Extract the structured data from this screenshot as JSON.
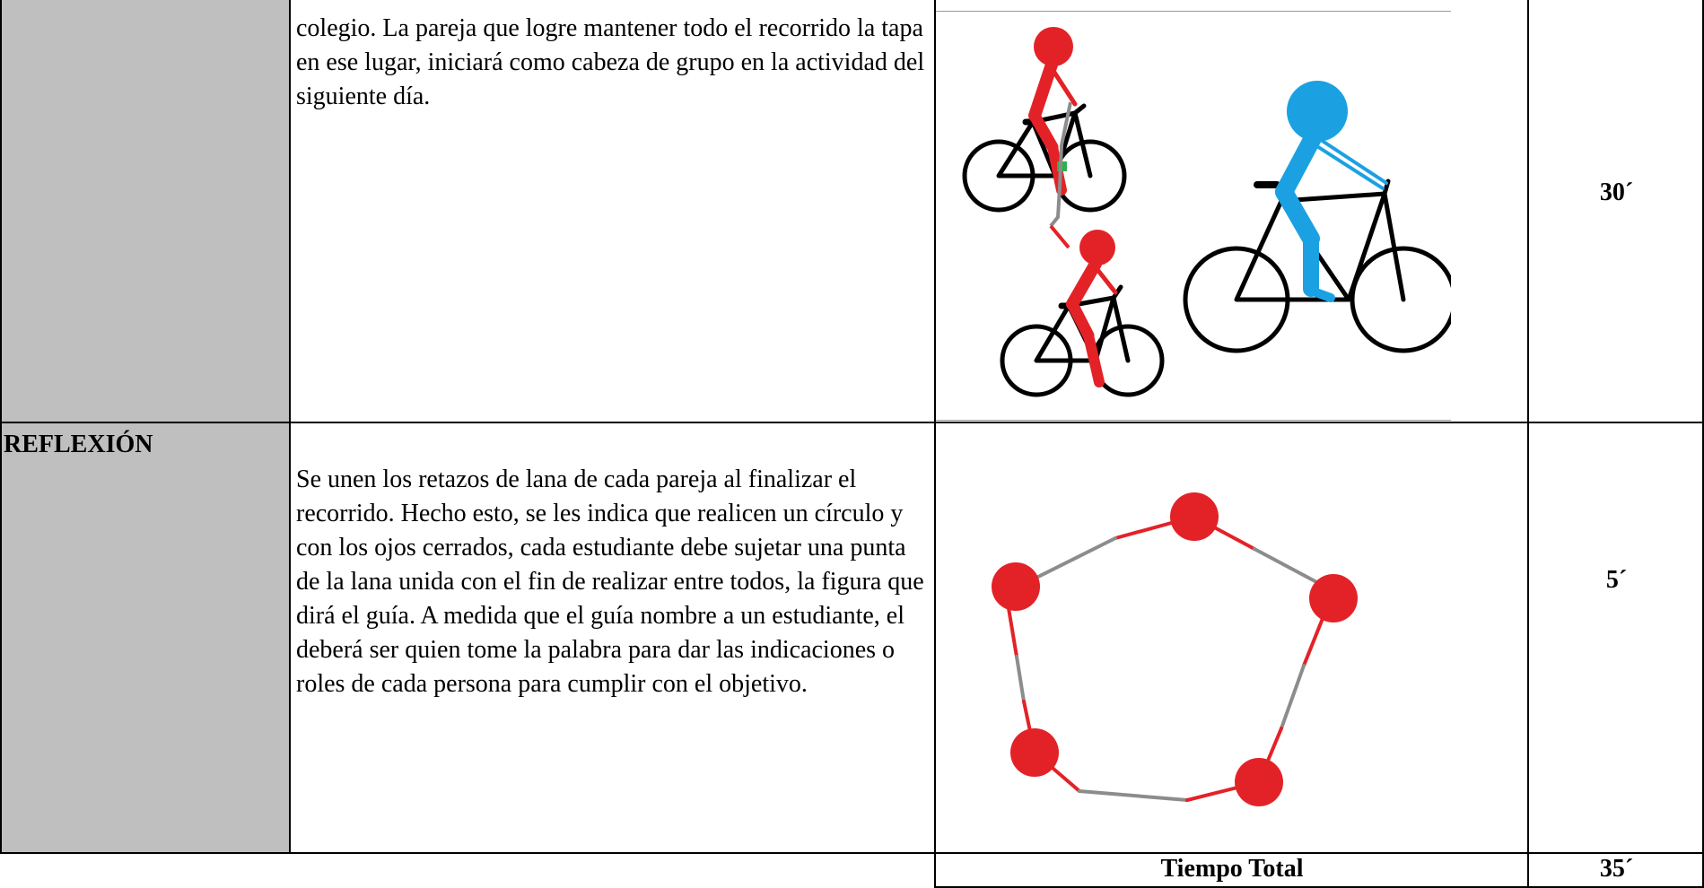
{
  "rows": [
    {
      "label": "",
      "description": "colegio. La pareja que logre mantener todo el recorrido la tapa en ese lugar, iniciará como cabeza de grupo en la actividad del siguiente día.",
      "time": "30´"
    },
    {
      "label": "REFLEXIÓN",
      "description": "Se unen los retazos de lana de cada pareja al finalizar el recorrido. Hecho esto, se les indica que realicen un círculo y con los ojos cerrados, cada estudiante debe sujetar una punta de la lana unida con el fin de realizar entre todos, la figura que dirá el guía. A medida que el guía nombre a un estudiante, el deberá ser quien tome la palabra para dar las indicaciones o roles de cada persona para cumplir con el objetivo.",
      "time": "5´"
    }
  ],
  "footer": {
    "total_label": "Tiempo Total",
    "total_value": "35´"
  },
  "colors": {
    "label_column_bg": "#bfbfbf",
    "rider_red": "#e32227",
    "rider_blue": "#1ba1e2",
    "yarn_gray": "#8c8c8c"
  }
}
